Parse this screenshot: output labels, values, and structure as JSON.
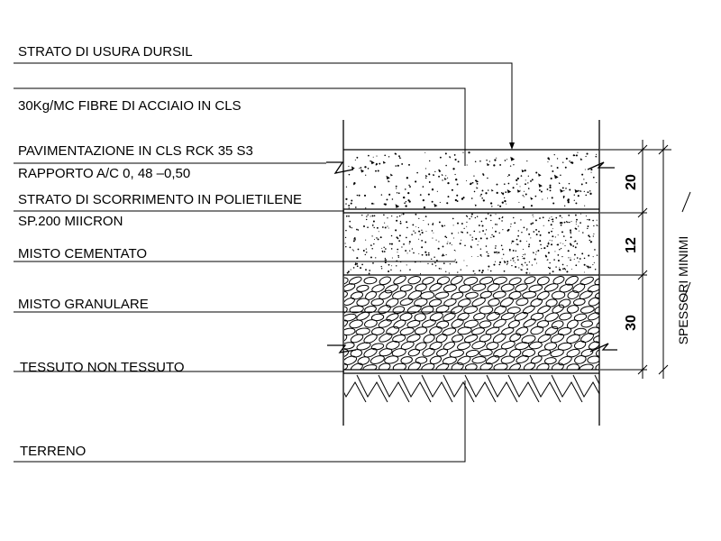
{
  "labels": {
    "strato_usura": "STRATO DI USURA DURSIL",
    "fibre": "30Kg/MC FIBRE DI ACCIAIO  IN CLS",
    "pavimentazione": "PAVIMENTAZIONE  IN  CLS  RCK  35  S3",
    "rapporto": "RAPPORTO  A/C  0,  48  –0,50",
    "scorrimento": "STRATO  DI  SCORRIMENTO  IN  POLIETILENE",
    "spessore_micron": "SP.200  MIICRON",
    "misto_cementato": "MISTO  CEMENTATO",
    "misto_granulare": "MISTO  GRANULARE",
    "tessuto": "TESSUTO  NON  TESSUTO",
    "terreno": "TERRENO"
  },
  "dimensions": {
    "d1": "20",
    "d2": "12",
    "d3": "30",
    "note": "SPESSORI  MINIMI"
  }
}
